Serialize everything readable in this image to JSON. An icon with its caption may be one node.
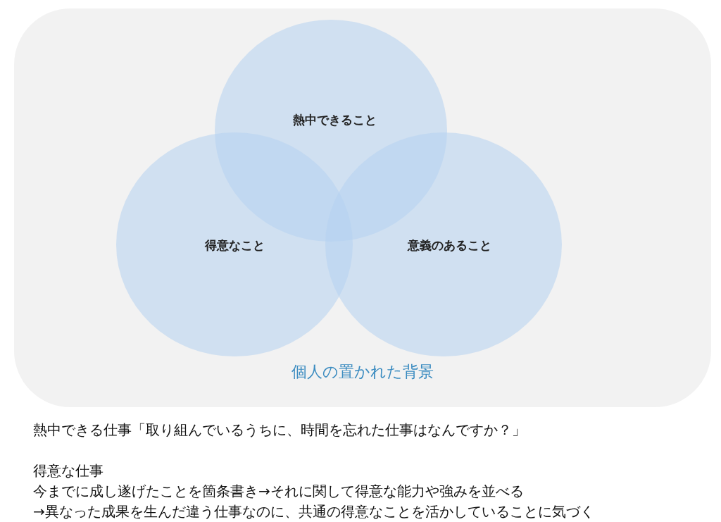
{
  "diagram": {
    "nodes": [
      {
        "text": [
          "個人の置かれた背景"
        ]
      },
      {
        "text": [
          "熱中できること"
        ],
        "in": 0
      },
      {
        "text": [
          "得意なこと"
        ],
        "in": 0
      },
      {
        "text": [
          "意義のあること"
        ],
        "in": 0
      }
    ],
    "edges": [],
    "labels": [
      "熱中できる仕事「取り組んでいるうちに、時間を忘れた仕事はなんですか？」",
      "得意な仕事",
      "今までに成し遂げたことを箇条書き→それに関して得意な能力や強みを並べる",
      "→異なった成果を生んだ違う仕事なのに、共通の得意なことを活かしていることに気づく"
    ]
  }
}
